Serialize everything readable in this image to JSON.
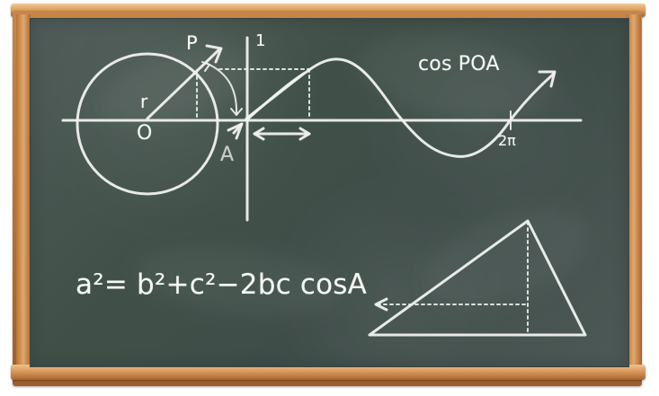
{
  "board": {
    "labels": {
      "point": "P",
      "y_axis_one": "1",
      "radius": "r",
      "origin": "O",
      "angle_point": "A",
      "cosine_expression": "cos POA",
      "period_mark": "2π"
    },
    "formula": "a²= b²+c²−2bc cosA"
  }
}
